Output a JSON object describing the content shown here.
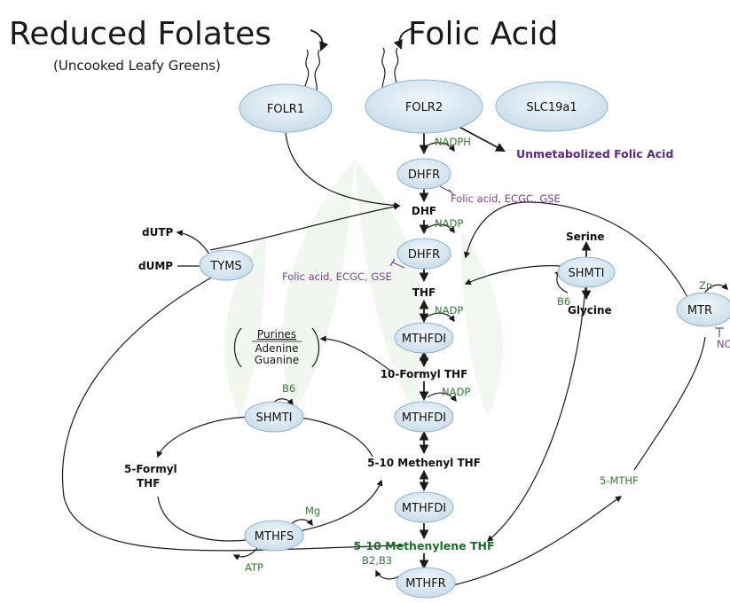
{
  "titles": {
    "reduced": "Reduced Folates",
    "reduced_sub": "(Uncooked Leafy Greens)",
    "folic": "Folic Acid"
  },
  "nodes": {
    "folr1": "FOLR1",
    "folr2": "FOLR2",
    "slc": "SLC19a1",
    "dhfr1": "DHFR",
    "dhfr2": "DHFR",
    "tyms": "TYMS",
    "shmt_r": "SHMTI",
    "mtr": "MTR",
    "mthfd1": "MTHFDI",
    "mthfd2": "MTHFDI",
    "mthfd3": "MTHFDI",
    "shmt_l": "SHMTI",
    "mthfs": "MTHFS",
    "mthfr": "MTHFR"
  },
  "metabolites": {
    "dhf": "DHF",
    "thf": "THF",
    "formyl10": "10-Formyl THF",
    "methenyl": "5-10 Methenyl THF",
    "methylene": "5-10 Methenylene THF",
    "mthf5": "5-MTHF",
    "formyl5_a": "5-Formyl",
    "formyl5_b": "THF",
    "dutp": "dUTP",
    "dump": "dUMP",
    "serine": "Serine",
    "glycine": "Glycine",
    "unmetabolized": "Unmetabolized Folic Acid",
    "purines": "Purines",
    "adenine": "Adenine",
    "guanine": "Guanine"
  },
  "cofactors": {
    "nadph": "NADPH",
    "nadp1": "NADP",
    "nadp2": "NADP",
    "nadp3": "NADP",
    "b6_r": "B6",
    "b6_l": "B6",
    "mg": "Mg",
    "atp": "ATP",
    "b2b3": "B2,B3",
    "zn": "Zn"
  },
  "inhibitors": {
    "inh1": "Folic acid, ECGC, GSE",
    "inh2": "Folic acid, ECGC, GSE",
    "nc": "NC"
  },
  "colors": {
    "node_fill": "#dbe9f4",
    "node_stroke": "#8fb3cc",
    "cofactor": "#2e7d32",
    "inhibitor": "#7b3f9e",
    "unmetabolized": "#5b2a86"
  }
}
